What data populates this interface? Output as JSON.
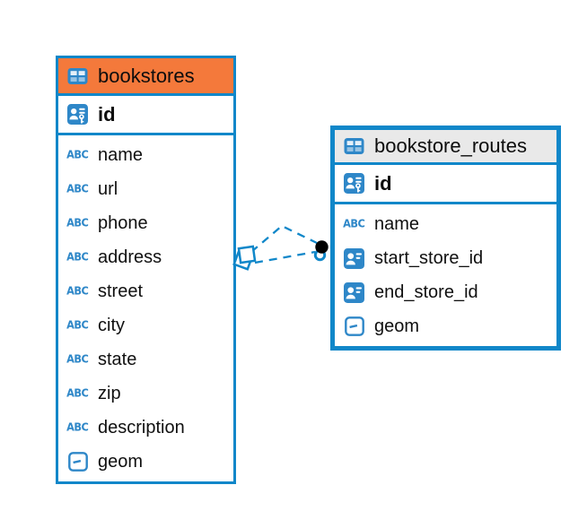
{
  "diagram": {
    "colors": {
      "accent_blue": "#1087C9",
      "icon_blue": "#2E87C8",
      "orange_header": "#F4793B",
      "gray_header": "#E9E9E9",
      "text": "#0d0d0d",
      "relationship_dot": "#000000"
    },
    "tables": [
      {
        "name": "bookstores",
        "header_color": "#F4793B",
        "primary_key": {
          "name": "id",
          "icon": "primary-key"
        },
        "columns": [
          {
            "name": "name",
            "icon": "text"
          },
          {
            "name": "url",
            "icon": "text"
          },
          {
            "name": "phone",
            "icon": "text"
          },
          {
            "name": "address",
            "icon": "text"
          },
          {
            "name": "street",
            "icon": "text"
          },
          {
            "name": "city",
            "icon": "text"
          },
          {
            "name": "state",
            "icon": "text"
          },
          {
            "name": "zip",
            "icon": "text"
          },
          {
            "name": "description",
            "icon": "text"
          },
          {
            "name": "geom",
            "icon": "geometry"
          }
        ]
      },
      {
        "name": "bookstore_routes",
        "header_color": "#E9E9E9",
        "primary_key": {
          "name": "id",
          "icon": "primary-key"
        },
        "columns": [
          {
            "name": "name",
            "icon": "text"
          },
          {
            "name": "start_store_id",
            "icon": "reference"
          },
          {
            "name": "end_store_id",
            "icon": "reference"
          },
          {
            "name": "geom",
            "icon": "geometry"
          }
        ]
      }
    ],
    "relationship": {
      "from_table": "bookstores",
      "to_table": "bookstore_routes",
      "line_style": "dashed",
      "line_count": 2,
      "source_marker": "stacked-squares",
      "target_marker": "dot-and-ring"
    }
  }
}
